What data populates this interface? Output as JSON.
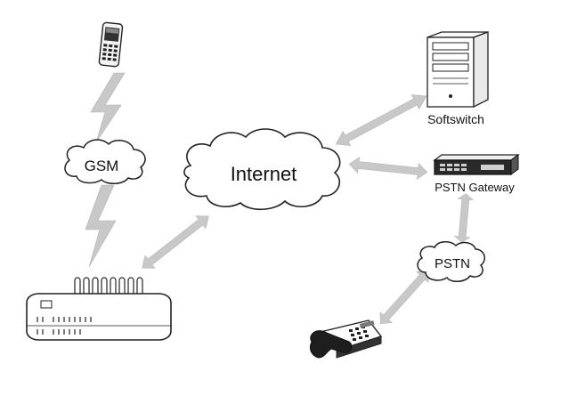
{
  "labels": {
    "gsm": "GSM",
    "internet": "Internet",
    "softswitch": "Softswitch",
    "pstn_gateway": "PSTN Gateway",
    "pstn": "PSTN"
  },
  "icons": {
    "mobile_phone": "mobile-phone-icon",
    "server": "server-tower-icon",
    "rack_gateway": "rack-gateway-icon",
    "gsm_gateway": "gsm-gateway-device-icon",
    "desk_phone": "desk-telephone-icon"
  },
  "colors": {
    "arrow": "#c8c8c8",
    "lightning": "#c8c8c8",
    "outline": "#222222",
    "background": "#ffffff"
  }
}
